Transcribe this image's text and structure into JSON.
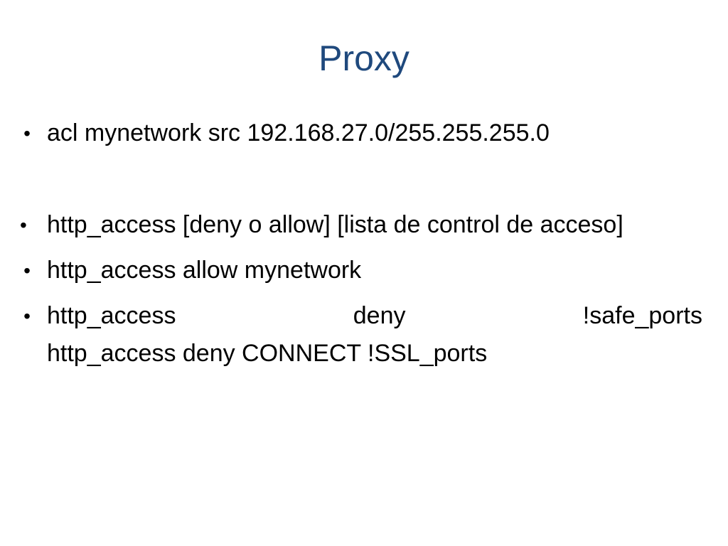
{
  "slide": {
    "title": "Proxy",
    "bullet_glyph": "•",
    "bullets": [
      {
        "text": "acl mynetwork src 192.168.27.0/255.255.255.0"
      },
      {
        "text": "http_access [deny o allow] [lista de control de acceso]"
      },
      {
        "text": "http_access allow mynetwork"
      },
      {
        "line1_parts": [
          "http_access",
          "deny",
          "!safe_ports"
        ],
        "line2": "http_access deny CONNECT !SSL_ports"
      }
    ]
  }
}
